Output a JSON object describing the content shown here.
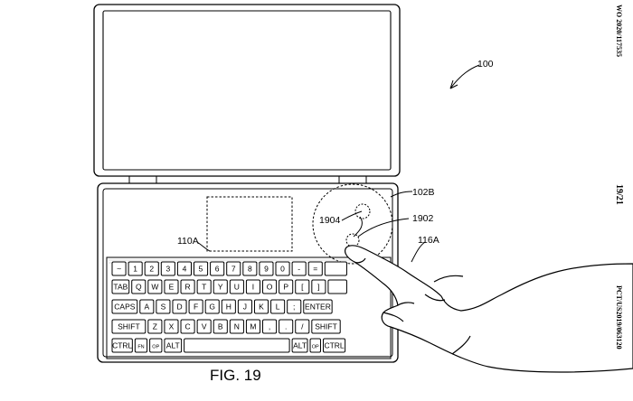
{
  "sidebar": {
    "pub_number": "WO 2020/117535",
    "sheet": "19/21",
    "app_number": "PCT/US2019/063120"
  },
  "labels": {
    "ref_100": "100",
    "ref_102b": "102B",
    "ref_1904": "1904",
    "ref_1902": "1902",
    "ref_110a": "110A",
    "ref_116a": "116A",
    "caption": "FIG. 19"
  },
  "keyboard": {
    "rows": [
      [
        {
          "label": "~",
          "w": 1
        },
        {
          "label": "1",
          "w": 1
        },
        {
          "label": "2",
          "w": 1
        },
        {
          "label": "3",
          "w": 1
        },
        {
          "label": "4",
          "w": 1
        },
        {
          "label": "5",
          "w": 1
        },
        {
          "label": "6",
          "w": 1
        },
        {
          "label": "7",
          "w": 1
        },
        {
          "label": "8",
          "w": 1
        },
        {
          "label": "9",
          "w": 1
        },
        {
          "label": "0",
          "w": 1
        },
        {
          "label": "-",
          "w": 1
        },
        {
          "label": "=",
          "w": 1
        },
        {
          "label": "",
          "w": 1.5
        }
      ],
      [
        {
          "label": "TAB",
          "w": 1.2
        },
        {
          "label": "Q",
          "w": 1
        },
        {
          "label": "W",
          "w": 1
        },
        {
          "label": "E",
          "w": 1
        },
        {
          "label": "R",
          "w": 1
        },
        {
          "label": "T",
          "w": 1
        },
        {
          "label": "Y",
          "w": 1
        },
        {
          "label": "U",
          "w": 1
        },
        {
          "label": "I",
          "w": 1
        },
        {
          "label": "O",
          "w": 1
        },
        {
          "label": "P",
          "w": 1
        },
        {
          "label": "[",
          "w": 1
        },
        {
          "label": "]",
          "w": 1
        },
        {
          "label": "",
          "w": 1.3
        }
      ],
      [
        {
          "label": "CAPS",
          "w": 1.7
        },
        {
          "label": "A",
          "w": 1
        },
        {
          "label": "S",
          "w": 1
        },
        {
          "label": "D",
          "w": 1
        },
        {
          "label": "F",
          "w": 1
        },
        {
          "label": "G",
          "w": 1
        },
        {
          "label": "H",
          "w": 1
        },
        {
          "label": "J",
          "w": 1
        },
        {
          "label": "K",
          "w": 1
        },
        {
          "label": "L",
          "w": 1
        },
        {
          "label": ";",
          "w": 1
        },
        {
          "label": "ENTER",
          "w": 1.9
        }
      ],
      [
        {
          "label": "SHIFT",
          "w": 2.2
        },
        {
          "label": "Z",
          "w": 1
        },
        {
          "label": "X",
          "w": 1
        },
        {
          "label": "C",
          "w": 1
        },
        {
          "label": "V",
          "w": 1
        },
        {
          "label": "B",
          "w": 1
        },
        {
          "label": "N",
          "w": 1
        },
        {
          "label": "M",
          "w": 1
        },
        {
          "label": ",",
          "w": 1
        },
        {
          "label": ".",
          "w": 1
        },
        {
          "label": "/",
          "w": 1
        },
        {
          "label": "SHIFT",
          "w": 1.9
        }
      ],
      [
        {
          "label": "CTRL",
          "w": 1.4
        },
        {
          "label": "FN",
          "w": 0.9
        },
        {
          "label": "OP",
          "w": 0.9
        },
        {
          "label": "ALT",
          "w": 1.2
        },
        {
          "label": "",
          "w": 6.6
        },
        {
          "label": "ALT",
          "w": 1.1
        },
        {
          "label": "OP",
          "w": 0.8
        },
        {
          "label": "CTRL",
          "w": 1.5
        }
      ]
    ]
  }
}
